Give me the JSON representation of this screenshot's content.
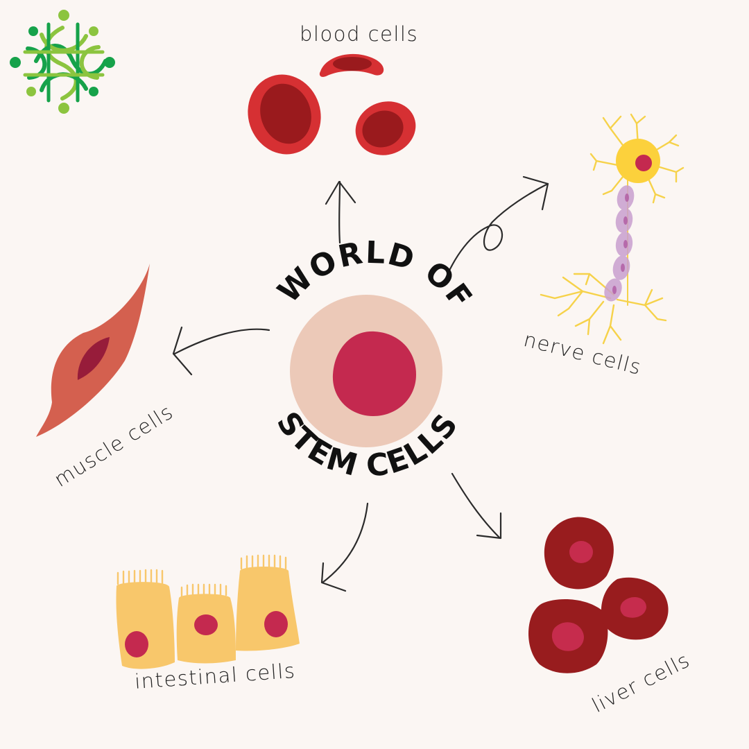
{
  "title": {
    "top": "WORLD OF",
    "bottom": "STEM CELLS"
  },
  "labels": {
    "blood": "blood cells",
    "nerve": "nerve cells",
    "muscle": "muscle cells",
    "intestinal": "intestinal cells",
    "liver": "liver cells"
  },
  "colors": {
    "background": "#fbf6f3",
    "stem_outer": "#ecc9b8",
    "stem_nucleus": "#c4294f",
    "blood_outer": "#d63033",
    "blood_inner": "#9a1a1d",
    "nerve_body": "#fcd13c",
    "nerve_dendrites": "#f6d24a",
    "nerve_sheath": "#c9a0cf",
    "muscle": "#d4604f",
    "muscle_nucleus": "#971c3a",
    "intestinal": "#f8c76b",
    "intestinal_nucleus": "#c4294f",
    "liver_outer": "#981c1e",
    "liver_nucleus": "#c62c4d",
    "logo_dark": "#16a24a",
    "logo_light": "#8cc43f"
  }
}
